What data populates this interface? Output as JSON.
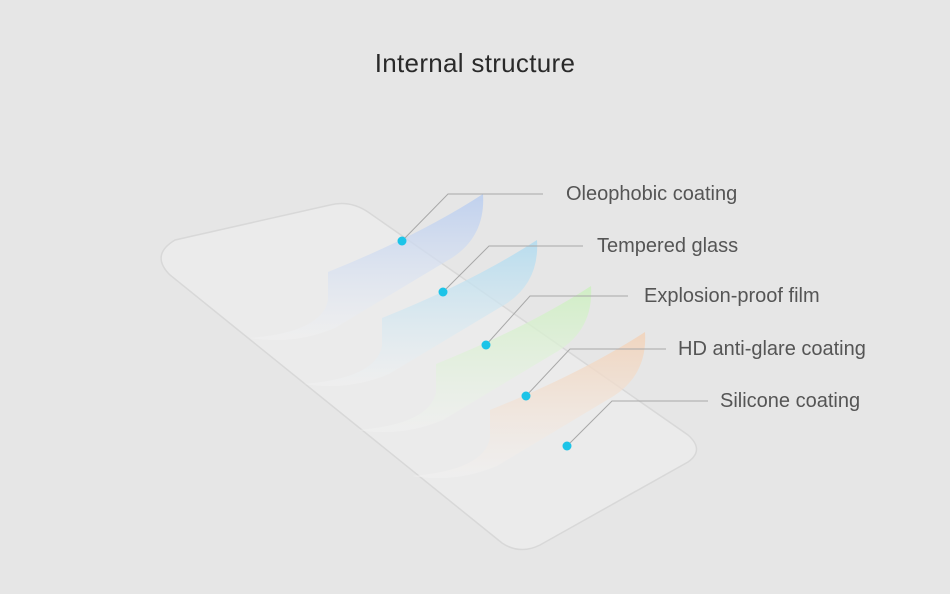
{
  "title": "Internal structure",
  "layers": [
    {
      "label": "Oleophobic coating",
      "color": "#b9cdf0"
    },
    {
      "label": "Tempered glass",
      "color": "#b3dcf0"
    },
    {
      "label": "Explosion-proof film",
      "color": "#cdf0c0"
    },
    {
      "label": "HD anti-glare coating",
      "color": "#f2d2b8"
    },
    {
      "label": "Silicone coating",
      "color": "#e8e8e8"
    }
  ],
  "dot_color": "#1cc4e8"
}
